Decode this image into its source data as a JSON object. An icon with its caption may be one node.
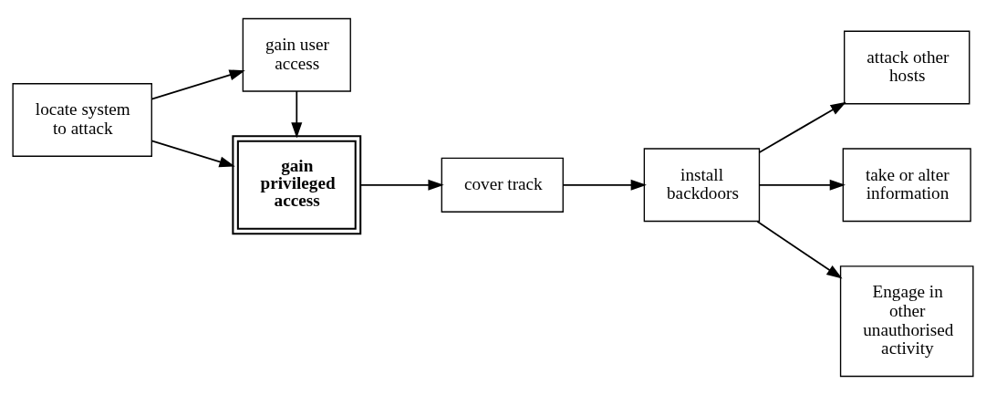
{
  "diagram": {
    "nodes": [
      {
        "text": [
          "locate system to attack"
        ]
      },
      {
        "text": [
          "gain user access"
        ]
      },
      {
        "text": [
          "gain privileged access"
        ]
      },
      {
        "text": [
          "cover track"
        ]
      },
      {
        "text": [
          "install backdoors"
        ]
      },
      {
        "text": [
          "attack other hosts"
        ]
      },
      {
        "text": [
          "take or alter information"
        ]
      },
      {
        "text": [
          "Engage in other unauthorised activity"
        ]
      }
    ],
    "edges": [
      {
        "from": 0,
        "to": 1,
        "arrow": "to"
      },
      {
        "from": 0,
        "to": 2,
        "arrow": "to"
      },
      {
        "from": 1,
        "to": 2,
        "arrow": "to"
      },
      {
        "from": 2,
        "to": 3,
        "arrow": "to"
      },
      {
        "from": 3,
        "to": 4,
        "arrow": "to"
      },
      {
        "from": 4,
        "to": 5,
        "arrow": "to"
      },
      {
        "from": 4,
        "to": 6,
        "arrow": "to"
      },
      {
        "from": 4,
        "to": 7,
        "arrow": "to"
      }
    ]
  }
}
